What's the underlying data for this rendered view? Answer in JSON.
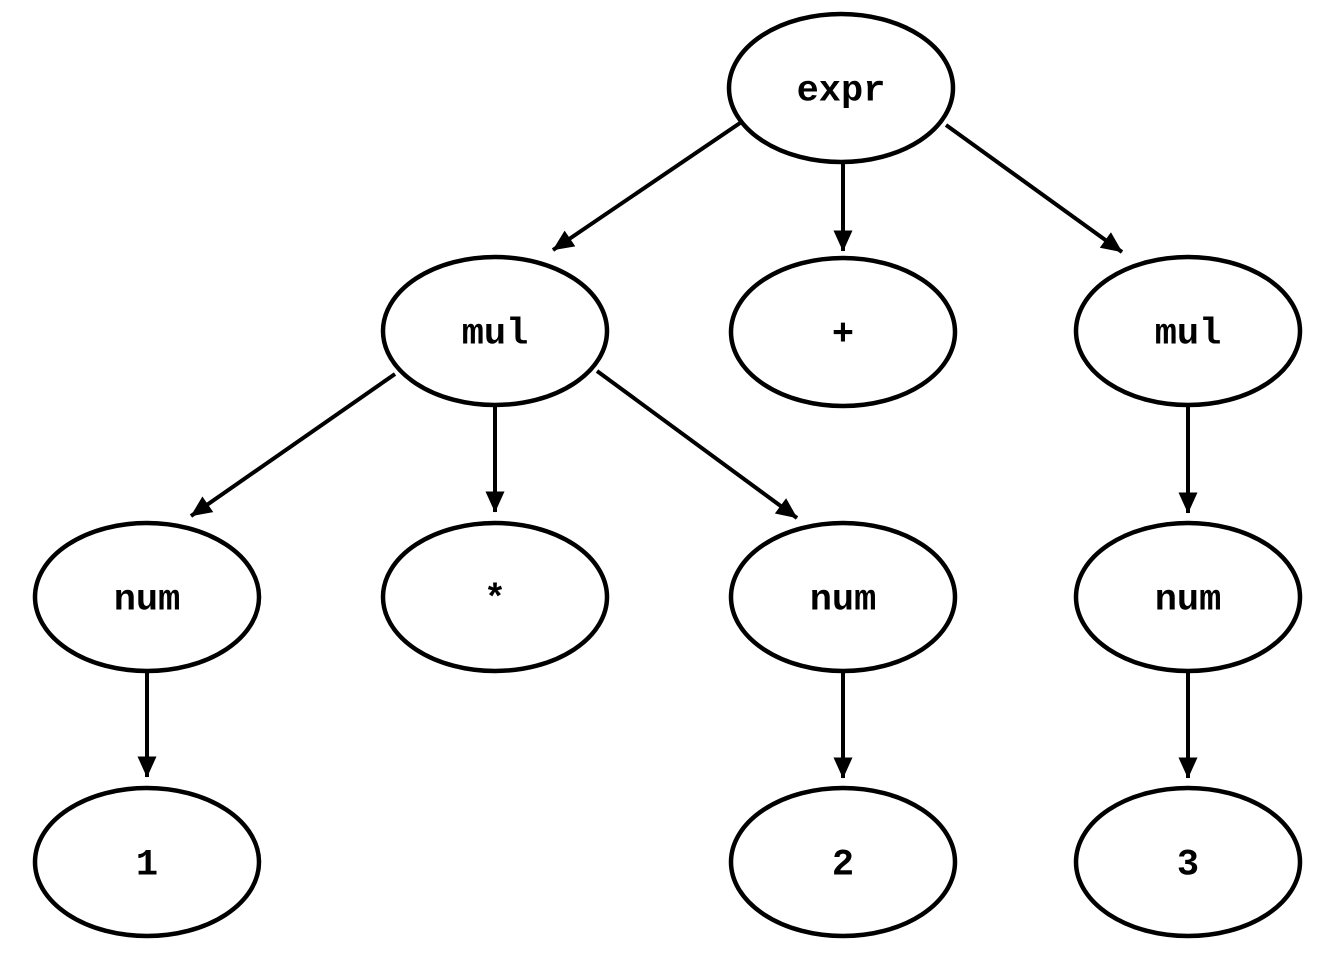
{
  "diagram": {
    "kind": "parse-tree",
    "background": "#ffffff",
    "node_fill": "#ffffff",
    "node_stroke": "#000000",
    "text_color": "#000000",
    "edge_color": "#000000",
    "nodes": [
      {
        "id": "expr",
        "label": "expr"
      },
      {
        "id": "mul_l",
        "label": "mul"
      },
      {
        "id": "plus",
        "label": "+"
      },
      {
        "id": "mul_r",
        "label": "mul"
      },
      {
        "id": "num_1",
        "label": "num"
      },
      {
        "id": "star",
        "label": "*"
      },
      {
        "id": "num_2",
        "label": "num"
      },
      {
        "id": "num_3",
        "label": "num"
      },
      {
        "id": "leaf_1",
        "label": "1"
      },
      {
        "id": "leaf_2",
        "label": "2"
      },
      {
        "id": "leaf_3",
        "label": "3"
      }
    ],
    "edges": [
      {
        "from": "expr",
        "to": "mul_l"
      },
      {
        "from": "expr",
        "to": "plus"
      },
      {
        "from": "expr",
        "to": "mul_r"
      },
      {
        "from": "mul_l",
        "to": "num_1"
      },
      {
        "from": "mul_l",
        "to": "star"
      },
      {
        "from": "mul_l",
        "to": "num_2"
      },
      {
        "from": "mul_r",
        "to": "num_3"
      },
      {
        "from": "num_1",
        "to": "leaf_1"
      },
      {
        "from": "num_2",
        "to": "leaf_2"
      },
      {
        "from": "num_3",
        "to": "leaf_3"
      }
    ]
  }
}
